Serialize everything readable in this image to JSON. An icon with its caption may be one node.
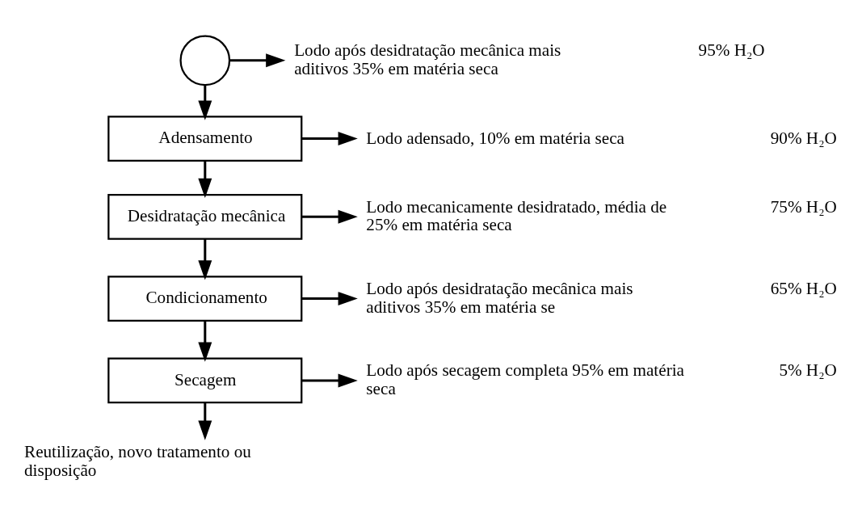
{
  "diagram": {
    "nodes": [
      {
        "text": [],
        "shape": "circle"
      },
      {
        "text": [
          "Adensamento"
        ]
      },
      {
        "text": [
          "Desidratação mecânica"
        ]
      },
      {
        "text": [
          "Condicionamento"
        ]
      },
      {
        "text": [
          "Secagem"
        ]
      },
      {
        "text": [
          "Lodo após desidratação mecânica mais aditivos 35% em matéria seca"
        ],
        "beside": [
          "95% H₂O"
        ]
      },
      {
        "text": [
          "Lodo adensado, 10% em matéria seca"
        ],
        "beside": [
          "90% H₂O"
        ]
      },
      {
        "text": [
          "Lodo mecanicamente desidratado, média de 25% em matéria seca"
        ],
        "beside": [
          "75% H₂O"
        ]
      },
      {
        "text": [
          "Lodo após desidratação mecânica mais aditivos 35% em matéria se"
        ],
        "beside": [
          "65% H₂O"
        ]
      },
      {
        "text": [
          "Lodo após secagem completa 95% em matéria seca"
        ],
        "beside": [
          "5% H₂O"
        ]
      },
      {
        "text": [
          "Reutilização, novo tratamento ou disposição"
        ]
      }
    ],
    "edges": [
      {
        "from": 0,
        "to": 5,
        "arrow": "to"
      },
      {
        "from": 0,
        "to": 1,
        "arrow": "to"
      },
      {
        "from": 1,
        "to": 6,
        "arrow": "to"
      },
      {
        "from": 1,
        "to": 2,
        "arrow": "to"
      },
      {
        "from": 2,
        "to": 7,
        "arrow": "to"
      },
      {
        "from": 2,
        "to": 3,
        "arrow": "to"
      },
      {
        "from": 3,
        "to": 8,
        "arrow": "to"
      },
      {
        "from": 3,
        "to": 4,
        "arrow": "to"
      },
      {
        "from": 4,
        "to": 9,
        "arrow": "to"
      },
      {
        "from": 4,
        "to": 10,
        "arrow": "to"
      }
    ]
  }
}
